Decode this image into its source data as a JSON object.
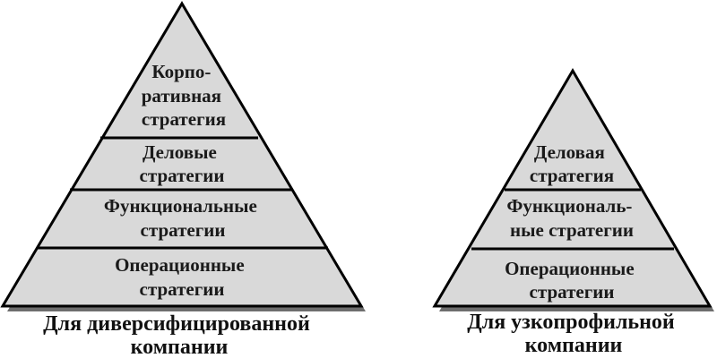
{
  "colors": {
    "fill": "#d9d9d9",
    "outline": "#000000",
    "shadow": "#6e6e6e"
  },
  "diversified": {
    "tiers": [
      {
        "lines": [
          "Корпо-",
          "ративная",
          "стратегия"
        ]
      },
      {
        "lines": [
          "Деловые",
          "стратегии"
        ]
      },
      {
        "lines": [
          "Функциональные",
          "стратегии"
        ]
      },
      {
        "lines": [
          "Операционные",
          "стратегии"
        ]
      }
    ],
    "caption": [
      "Для диверсифицированной",
      "компании"
    ]
  },
  "specialized": {
    "tiers": [
      {
        "lines": [
          "Деловая",
          "стратегия"
        ]
      },
      {
        "lines": [
          "Функциональ-",
          "ные стратегии"
        ]
      },
      {
        "lines": [
          "Операционные",
          "стратегии"
        ]
      }
    ],
    "caption": [
      "Для узкопрофильной",
      "компании"
    ]
  }
}
